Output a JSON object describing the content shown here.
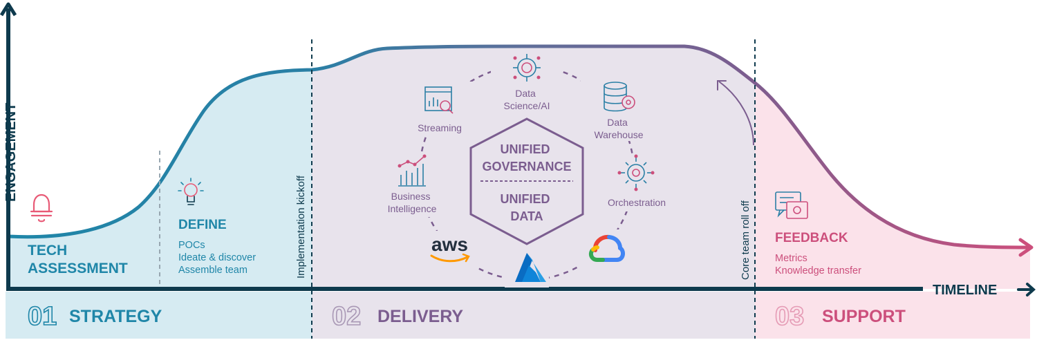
{
  "axes": {
    "y_label": "ENGAGEMENT",
    "x_label": "TIMELINE"
  },
  "markers": {
    "implementation": "Implementation kickoff",
    "core_team": "Core team roll off"
  },
  "stages": {
    "tech_assessment": [
      "TECH",
      "ASSESSMENT"
    ],
    "define": {
      "title": "DEFINE",
      "items": [
        "POCs",
        "Ideate & discover",
        "Assemble team"
      ]
    },
    "feedback": {
      "title": "FEEDBACK",
      "items": [
        "Metrics",
        "Knowledge transfer"
      ]
    }
  },
  "phases": [
    {
      "number": "01",
      "name": "STRATEGY"
    },
    {
      "number": "02",
      "name": "DELIVERY"
    },
    {
      "number": "03",
      "name": "SUPPORT"
    }
  ],
  "hexagon": {
    "top": [
      "UNIFIED",
      "GOVERNANCE"
    ],
    "bottom": [
      "UNIFIED",
      "DATA"
    ]
  },
  "cycle": {
    "data_science": [
      "Data",
      "Science/AI"
    ],
    "data_warehouse": [
      "Data",
      "Warehouse"
    ],
    "orchestration": "Orchestration",
    "streaming": "Streaming",
    "business_intelligence": [
      "Business",
      "Intelligence"
    ],
    "aws": "aws"
  },
  "colors": {
    "navy": "#0e3a4d",
    "strategy": "#1f86a8",
    "strategy_bg": "#d6ebf2",
    "delivery": "#7b5d8f",
    "delivery_bg": "#e8e3ec",
    "support": "#cc4f7c",
    "support_bg": "#fbe2ea"
  },
  "icons": [
    "bell-icon",
    "bulb-icon",
    "data-science-icon",
    "database-gear-icon",
    "orchestration-gear-icon",
    "streaming-chart-icon",
    "bi-chart-icon",
    "aws-logo",
    "azure-logo",
    "google-cloud-logo",
    "feedback-chat-icon"
  ]
}
